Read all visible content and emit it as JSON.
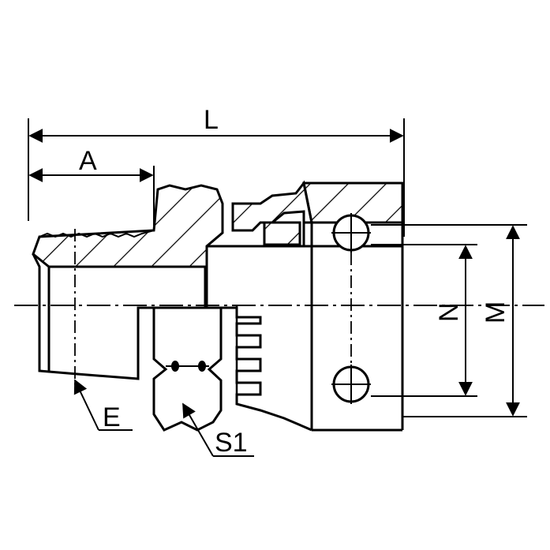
{
  "labels": {
    "L": "L",
    "A": "A",
    "E": "E",
    "S1": "S1",
    "N": "N",
    "M": "M"
  },
  "colors": {
    "ink": "#000000",
    "background": "#ffffff"
  }
}
